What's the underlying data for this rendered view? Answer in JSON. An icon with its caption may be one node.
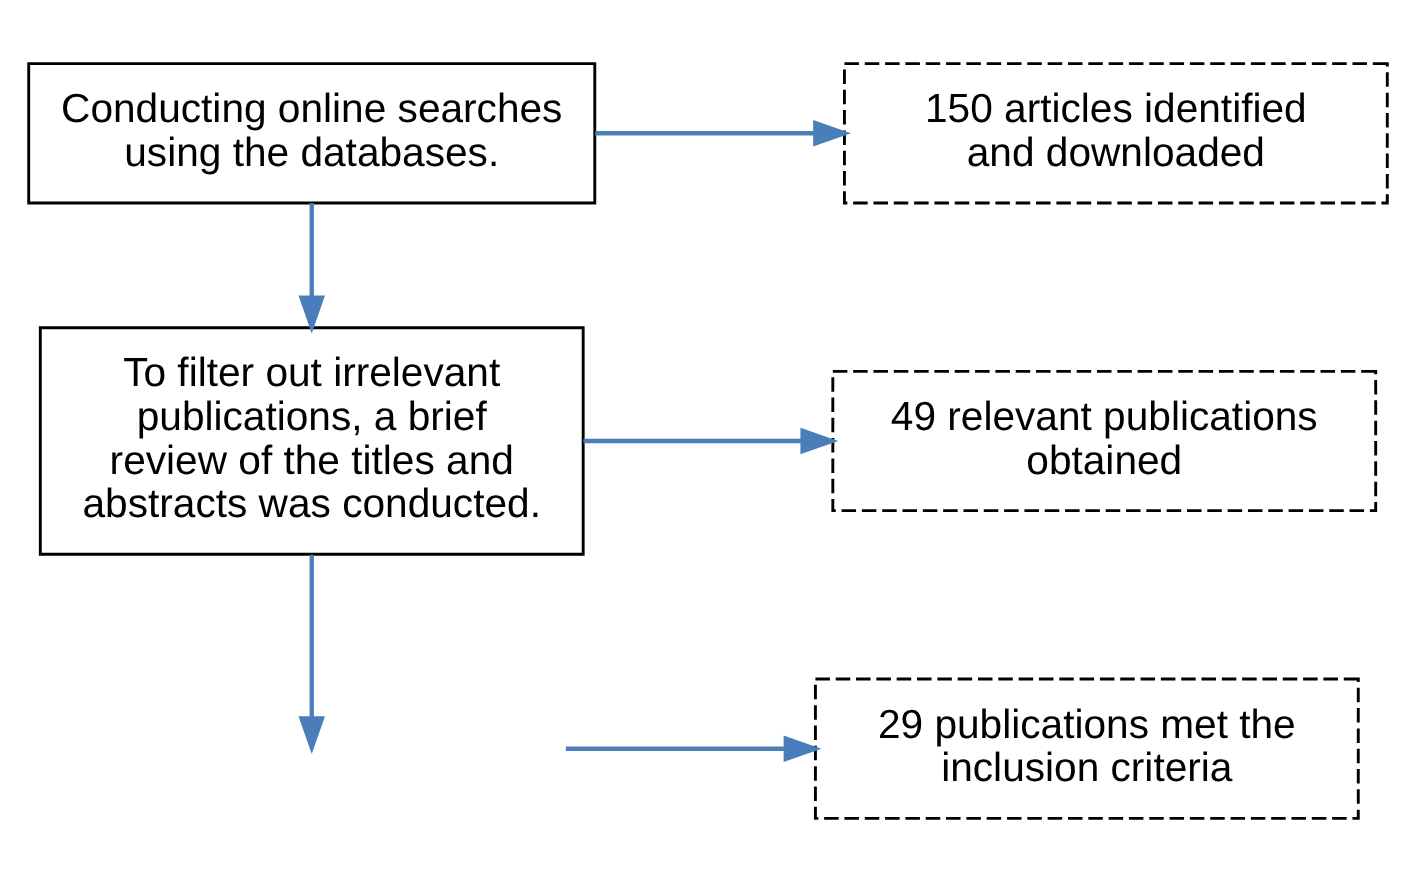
{
  "diagram": {
    "nodes": [
      {
        "text": [
          "Conducting online searches using the databases."
        ]
      },
      {
        "text": [
          "150 articles identified and downloaded"
        ]
      },
      {
        "text": [
          "To filter out irrelevant publications, a brief review of the titles and abstracts was conducted."
        ]
      },
      {
        "text": [
          "49 relevant publications obtained"
        ]
      },
      {
        "text": [
          "29 publications met the inclusion criteria"
        ]
      }
    ],
    "edges": [
      {
        "from": 0,
        "to": 1,
        "arrow": "to"
      },
      {
        "from": 0,
        "to": 2,
        "arrow": "to"
      },
      {
        "from": 2,
        "to": 3,
        "arrow": "to"
      },
      {
        "from": 2,
        "to": null,
        "arrow": "to"
      },
      {
        "from": null,
        "to": 4,
        "arrow": "to"
      }
    ]
  }
}
